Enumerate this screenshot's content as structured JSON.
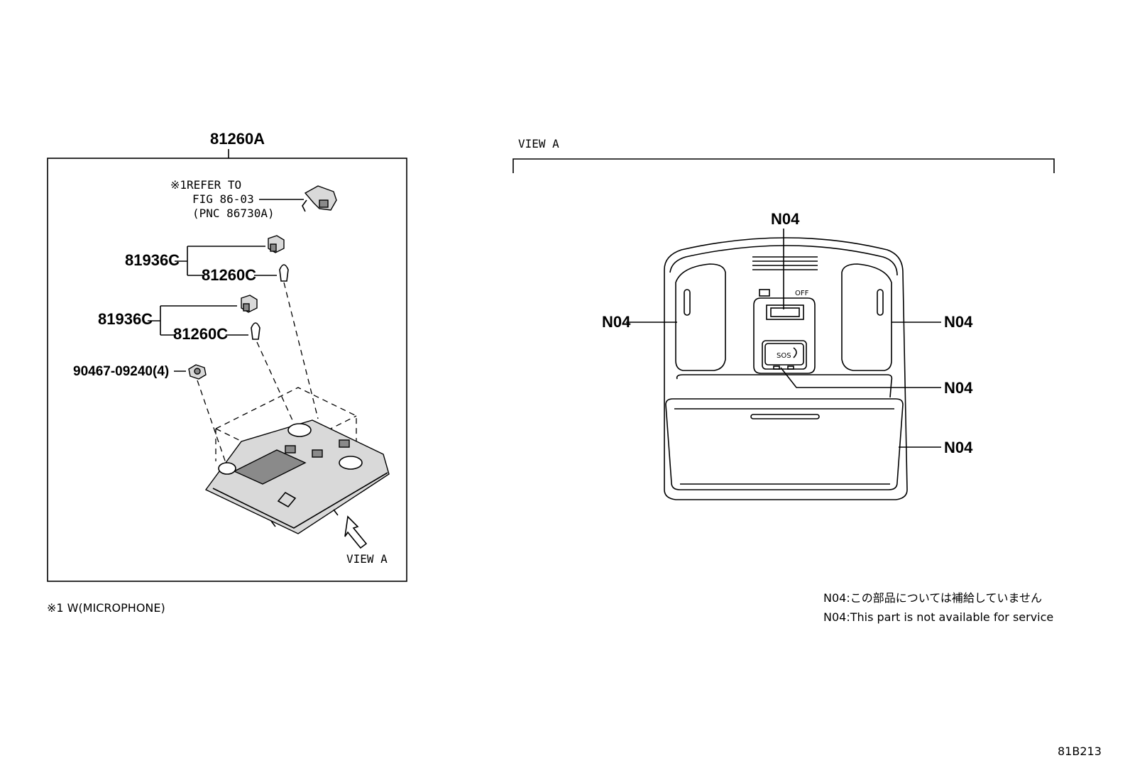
{
  "left_panel": {
    "assembly_label": "81260A",
    "refer_note": [
      "※1REFER TO",
      "FIG 86-03",
      "(PNC 86730A)"
    ],
    "parts": {
      "switch_upper": "81936C",
      "bulb_upper": "81260C",
      "switch_lower": "81936C",
      "bulb_lower": "81260C",
      "screw": "90467-09240(4)"
    },
    "view_arrow_label": "VIEW A"
  },
  "footnote": "※1 W(MICROPHONE)",
  "right_panel": {
    "title": "VIEW A",
    "callouts": {
      "top": "N04",
      "left": "N04",
      "right": "N04",
      "center_right": "N04",
      "bottom_right": "N04"
    },
    "switch_off_label": "OFF",
    "sos_label": "SOS"
  },
  "notes": [
    "N04:この部品については補給していません",
    "N04:This part is not available for service"
  ],
  "figure_code": "81B213"
}
